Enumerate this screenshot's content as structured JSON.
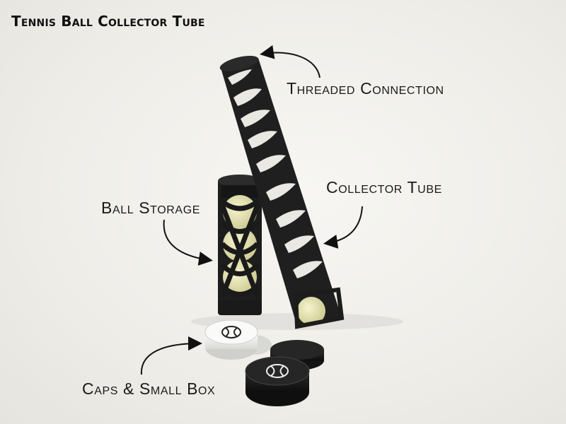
{
  "title": "Tennis Ball Collector Tube",
  "labels": {
    "threaded_connection": "Threaded Connection",
    "collector_tube": "Collector Tube",
    "ball_storage": "Ball Storage",
    "caps_small_box": "Caps & Small Box"
  },
  "colors": {
    "background": "#efeee9",
    "tube": "#1c1c1c",
    "ball": "#e6e4b4",
    "white_cap": "#f4f4f2",
    "text": "#111111"
  }
}
